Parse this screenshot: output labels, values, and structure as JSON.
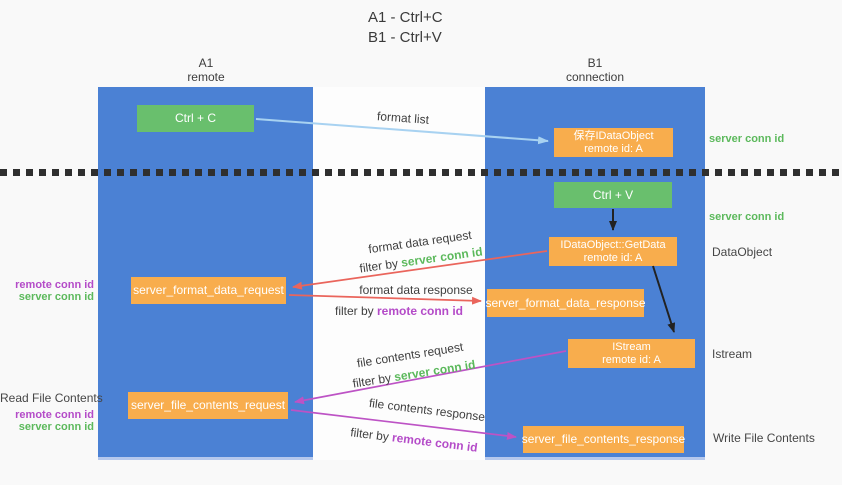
{
  "colors": {
    "lane_blue": "#4b81d4",
    "box_green": "#69bf6d",
    "box_orange": "#f8ad4d",
    "arrow_lightblue": "#a8d2f1",
    "arrow_black": "#222222",
    "arrow_red": "#ea655c",
    "arrow_purple": "#bd53c5",
    "text_green": "#5cb95c",
    "text_purple": "#b44bc8",
    "text_dark": "#3f3f3f"
  },
  "title": {
    "line1": "A1 - Ctrl+C",
    "line2": "B1 - Ctrl+V"
  },
  "lanes": {
    "left": {
      "id": "A1",
      "name": "remote"
    },
    "right": {
      "id": "B1",
      "name": "connection"
    }
  },
  "nodes": {
    "ctrl_c": {
      "label": "Ctrl + C"
    },
    "ctrl_v": {
      "label": "Ctrl + V"
    },
    "save_dataobject": {
      "line1": "保存IDataObject",
      "line2": "remote id: A"
    },
    "getdata": {
      "line1": "IDataObject::GetData",
      "line2": "remote id: A"
    },
    "istream": {
      "line1": "IStream",
      "line2": "remote id: A"
    },
    "server_format_data_request": {
      "label": "server_format_data_request"
    },
    "server_format_data_response": {
      "label": "server_format_data_response"
    },
    "server_file_contents_request": {
      "label": "server_file_contents_request"
    },
    "server_file_contents_response": {
      "label": "server_file_contents_response"
    }
  },
  "flow_labels": {
    "format_list": "format list",
    "format_data_request": "format data request",
    "format_data_response": "format data response",
    "file_contents_request": "file contents request",
    "file_contents_response": "file contents response",
    "filter_by": "filter by ",
    "server_conn_id": "server conn id",
    "remote_conn_id": "remote conn id"
  },
  "side_labels": {
    "server_conn_id_right_top": "server conn id",
    "server_conn_id_right_mid": "server conn id",
    "dataobject": "DataObject",
    "istream": "Istream",
    "write_file_contents": "Write File Contents",
    "read_file_contents": "Read File Contents",
    "remote_conn_id_left_top": "remote conn id",
    "server_conn_id_left_top": "server conn id",
    "remote_conn_id_left_bottom": "remote conn id",
    "server_conn_id_left_bottom": "server conn id"
  }
}
